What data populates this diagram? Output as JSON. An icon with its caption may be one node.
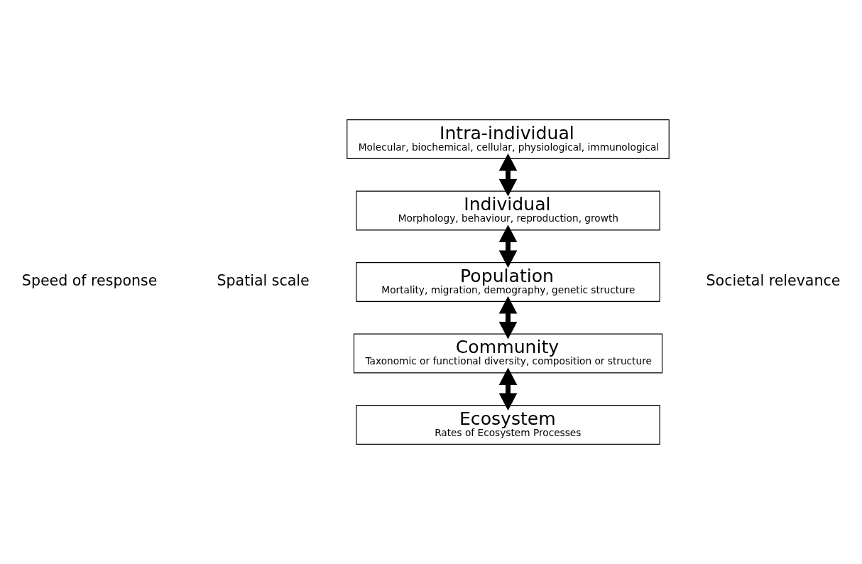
{
  "diagram": {
    "nodes": [
      {
        "text": [
          "Intra-individual",
          "Molecular, biochemical, cellular, physiological, immunological"
        ]
      },
      {
        "text": [
          "Individual",
          "Morphology, behaviour, reproduction, growth"
        ]
      },
      {
        "text": [
          "Population",
          "Mortality, migration, demography, genetic structure"
        ]
      },
      {
        "text": [
          "Community",
          "Taxonomic or functional diversity, composition or structure"
        ]
      },
      {
        "text": [
          "Ecosystem",
          "Rates of Ecosystem Processes"
        ]
      }
    ],
    "edges": [
      {
        "from": 0,
        "to": 1,
        "arrow": "to"
      },
      {
        "from": 1,
        "to": 0,
        "arrow": "to"
      },
      {
        "from": 1,
        "to": 2,
        "arrow": "to"
      },
      {
        "from": 2,
        "to": 1,
        "arrow": "to"
      },
      {
        "from": 2,
        "to": 3,
        "arrow": "to"
      },
      {
        "from": 3,
        "to": 2,
        "arrow": "to"
      },
      {
        "from": 3,
        "to": 4,
        "arrow": "to"
      },
      {
        "from": 4,
        "to": 3,
        "arrow": "to"
      }
    ],
    "labels": [
      "Speed of response",
      "Spatial scale",
      "Societal relevance"
    ]
  }
}
